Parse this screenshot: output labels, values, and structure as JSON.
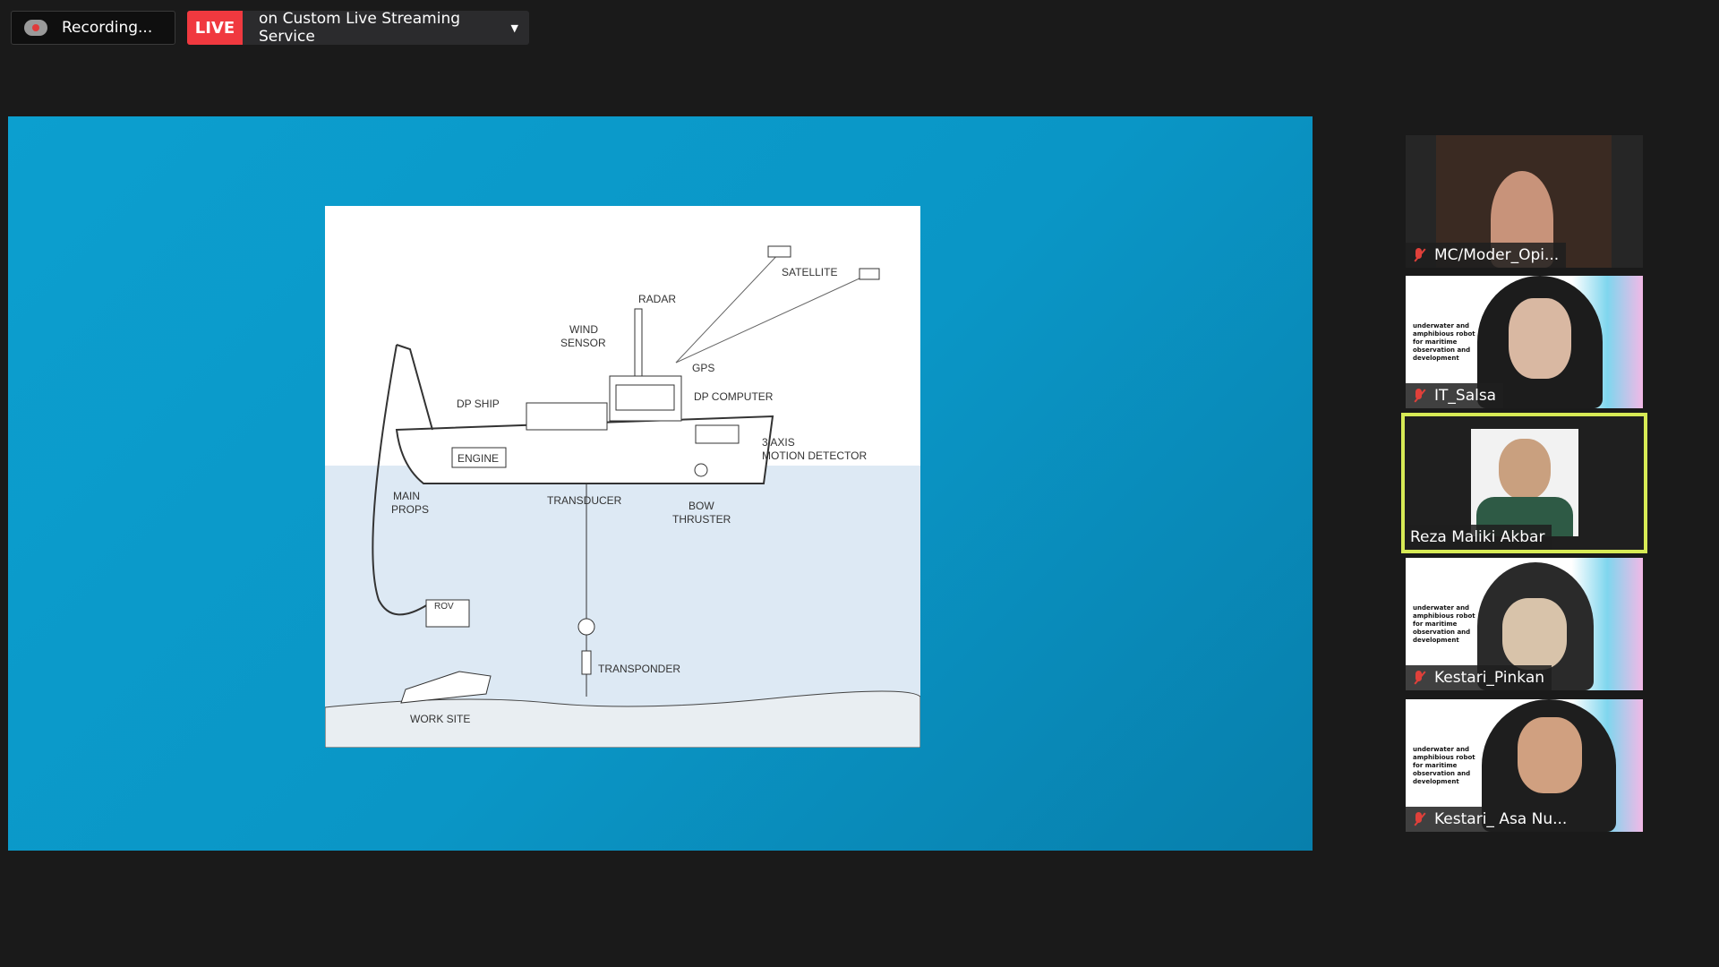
{
  "toolbar": {
    "recording_label": "Recording...",
    "live_badge": "LIVE",
    "live_target": "on Custom Live Streaming Service"
  },
  "slide": {
    "labels": [
      "SATELLITE",
      "RADAR",
      "WIND",
      "SENSOR",
      "GPS",
      "DP SHIP",
      "DP COMPUTER",
      "ENGINE",
      "3 AXIS",
      "MOTION DETECTOR",
      "MAIN",
      "PROPS",
      "TRANSDUCER",
      "BOW",
      "THRUSTER",
      "ROV",
      "TRANSPONDER",
      "WORK SITE"
    ]
  },
  "participants": [
    {
      "name": "MC/Moder_Opi...",
      "muted": true
    },
    {
      "name": "IT_Salsa",
      "muted": true,
      "background_text": "underwater and amphibious robot for maritime observation and development"
    },
    {
      "name": "Reza Maliki Akbar",
      "muted": false,
      "active_speaker": true
    },
    {
      "name": "Kestari_Pinkan",
      "muted": true,
      "background_text": "underwater and amphibious robot for maritime observation and development"
    },
    {
      "name": "Kestari_ Asa Nu...",
      "muted": true,
      "background_text": "underwater and amphibious robot for maritime observation and development"
    }
  ],
  "colors": {
    "live": "#f0393f",
    "active_border": "#d7ea55",
    "share_bg": "#0a96c6"
  }
}
